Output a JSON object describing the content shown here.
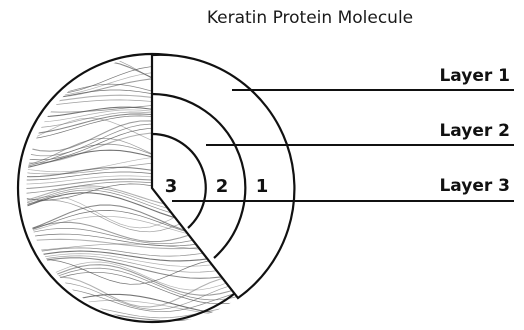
{
  "title": "Keratin Protein Molecule",
  "layers": [
    {
      "label": "Layer 1",
      "number": "1"
    },
    {
      "label": "Layer 2",
      "number": "2"
    },
    {
      "label": "Layer 3",
      "number": "3"
    }
  ],
  "colors": {
    "stroke": "#111111",
    "hatch": "#555555"
  }
}
